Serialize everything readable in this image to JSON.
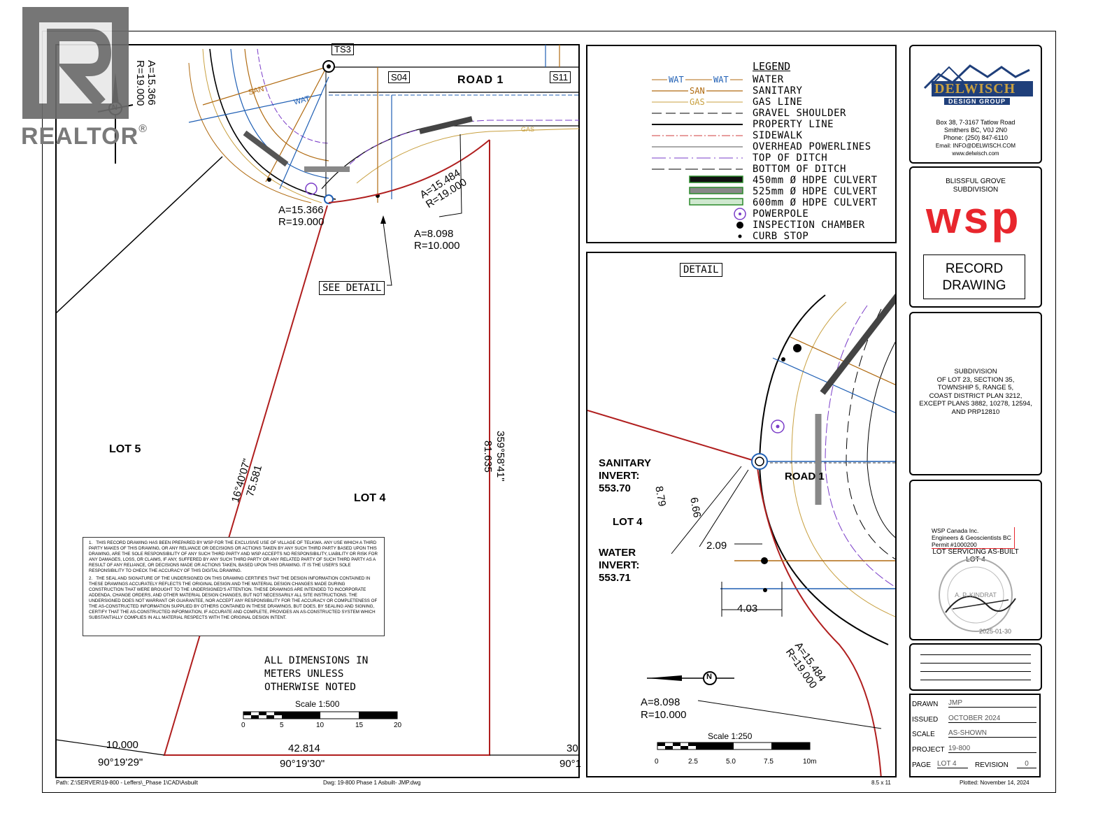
{
  "watermark": {
    "brand": "REALTOR",
    "mark": "®"
  },
  "plan": {
    "road_label": "ROAD 1",
    "tags": [
      "TS3",
      "S04",
      "S11"
    ],
    "lot5": "LOT 5",
    "lot4": "LOT 4",
    "see_detail": "SEE DETAIL",
    "curve_a1": "A=15.366",
    "curve_r1": "R=19.000",
    "curve_a2": "A=15.366",
    "curve_r2": "R=19.000",
    "curve_a3": "A=15.484",
    "curve_r3": "R=19.000",
    "curve_a4": "A=8.098",
    "curve_r4": "R=10.000",
    "brg_west": "16°40'07\"",
    "dist_west": "75.581",
    "brg_east": "359°58'41\"",
    "dist_east": "81.635",
    "bottom_dist_left": "10.000",
    "bottom_brg_left": "90°19'29\"",
    "bottom_dist_mid": "42.814",
    "bottom_brg_mid": "90°19'30\"",
    "bottom_dist_right": "30",
    "bottom_brg_right": "90°1",
    "dims_note": [
      "ALL DIMENSIONS IN",
      "METERS UNLESS",
      "OTHERWISE NOTED"
    ],
    "scale_title": "Scale 1:500",
    "scale_ticks": [
      "0",
      "5",
      "10",
      "15",
      "20"
    ],
    "line_tags": {
      "wat": "WAT",
      "san": "SAN",
      "gas": "GAS"
    },
    "north": "N"
  },
  "notes": [
    {
      "num": "1.",
      "text": "THIS RECORD DRAWING HAS BEEN PREPARED BY WSP FOR THE EXCLUSIVE USE OF VILLAGE OF TELKWA. ANY USE WHICH A THIRD PARTY MAKES OF THIS DRAWING, OR ANY RELIANCE OR DECISIONS OR ACTIONS TAKEN BY ANY SUCH THIRD PARTY BASED UPON THIS DRAWING, ARE THE SOLE RESPONSIBILITY OF ANY SUCH THIRD PARTY AND WSP ACCEPTS NO RESPONSIBILITY, LIABILITY OR RISK FOR ANY DAMAGES, LOSS, OR CLAIMS, IF ANY, SUFFERED BY ANY SUCH THIRD PARTY OR ANY RELATED PARTY OF SUCH THIRD PARTY AS A RESULT OF ANY RELIANCE, OR DECISIONS MADE OR ACTIONS TAKEN, BASED UPON THIS DRAWING. IT IS THE USER'S SOLE RESPONSIBILITY TO CHECK THE ACCURACY OF THIS DIGITAL DRAWING."
    },
    {
      "num": "2.",
      "text": "THE SEAL AND SIGNATURE OF THE UNDERSIGNED ON THIS DRAWING CERTIFIES THAT THE DESIGN INFORMATION CONTAINED IN THESE DRAWINGS ACCURATELY REFLECTS THE ORIGINAL DESIGN AND THE MATERIAL DESIGN CHANGES MADE DURING CONSTRUCTION THAT WERE BROUGHT TO THE UNDERSIGNED'S ATTENTION. THESE DRAWINGS ARE INTENDED TO INCORPORATE ADDENDA, CHANGE ORDERS, AND OTHER MATERIAL DESIGN CHANGES, BUT NOT NECESSARILY ALL SITE INSTRUCTIONS. THE UNDERSIGNED DOES NOT WARRANT OR GUARANTEE, NOR ACCEPT ANY RESPONSIBILITY FOR THE ACCURACY OR COMPLETENESS OF THE AS-CONSTRUCTED INFORMATION SUPPLIED BY OTHERS CONTAINED IN THESE DRAWINGS, BUT DOES, BY SEALING AND SIGNING, CERTIFY THAT THE AS-CONSTRUCTED INFORMATION, IF ACCURATE AND COMPLETE, PROVIDES AN AS-CONSTRUCTED SYSTEM WHICH SUBSTANTIALLY COMPLIES IN ALL MATERIAL RESPECTS WITH THE ORIGINAL DESIGN INTENT."
    }
  ],
  "legend": {
    "title": "LEGEND",
    "items": [
      {
        "label": "WATER",
        "sample": "WAT",
        "color": "#1f5fb4"
      },
      {
        "label": "SANITARY",
        "sample": "SAN",
        "color": "#b06a10"
      },
      {
        "label": "GAS LINE",
        "sample": "GAS",
        "color": "#c8a040"
      },
      {
        "label": "GRAVEL SHOULDER"
      },
      {
        "label": "PROPERTY LINE"
      },
      {
        "label": "SIDEWALK"
      },
      {
        "label": "OVERHEAD POWERLINES"
      },
      {
        "label": "TOP OF DITCH"
      },
      {
        "label": "BOTTOM OF DITCH"
      },
      {
        "label": "450mm Ø HDPE CULVERT"
      },
      {
        "label": "525mm Ø HDPE CULVERT"
      },
      {
        "label": "600mm Ø HDPE CULVERT"
      },
      {
        "label": "POWERPOLE"
      },
      {
        "label": "INSPECTION CHAMBER"
      },
      {
        "label": "CURB STOP"
      }
    ]
  },
  "detail": {
    "title": "DETAIL",
    "road": "ROAD 1",
    "lot": "LOT 4",
    "sanitary_invert": [
      "SANITARY",
      "INVERT:",
      "553.70"
    ],
    "water_invert": [
      "WATER",
      "INVERT:",
      "553.71"
    ],
    "dim_879": "8.79",
    "dim_666": "6.66",
    "dim_209": "2.09",
    "dim_403": "4.03",
    "curve_a": "A=15.484",
    "curve_r": "R=19.000",
    "curve_a2": "A=8.098",
    "curve_r2": "R=10.000",
    "scale_title": "Scale 1:250",
    "scale_ticks": [
      "0",
      "2.5",
      "5.0",
      "7.5",
      "10m"
    ],
    "north": "N"
  },
  "company": {
    "name": "DELWISCH",
    "sub": "DESIGN GROUP",
    "address1": "Box 38, 7-3167 Tatlow Road",
    "address2": "Smithers BC, V0J 2N0",
    "phone": "Phone: (250) 847-6110",
    "email": "Email: INFO@DELWISCH.COM",
    "web": "www.delwisch.com"
  },
  "project_block": {
    "name1": "BLISSFUL GROVE",
    "name2": "SUBDIVISION",
    "wsp": "wsp",
    "record1": "RECORD",
    "record2": "DRAWING"
  },
  "legal": [
    "SUBDIVISION",
    "OF LOT 23, SECTION 35,",
    "TOWNSHIP 5, RANGE 5,",
    "COAST DISTRICT PLAN 3212,",
    "EXCEPT PLANS 3882, 10278, 12594,",
    "AND PRP12810"
  ],
  "seal": {
    "firm": "WSP Canada Inc.",
    "firm2": "Engineers & Geoscientists BC",
    "permit": "Permit #1000200",
    "title": "LOT SERVICING AS-BUILT",
    "lot": "LOT 4",
    "name": "A. P. KINDRAT",
    "date": "2025-01-30"
  },
  "title_block": {
    "drawn_label": "DRAWN",
    "drawn": "JMP",
    "issued_label": "ISSUED",
    "issued": "OCTOBER 2024",
    "scale_label": "SCALE",
    "scale": "AS-SHOWN",
    "project_label": "PROJECT",
    "project": "19-800",
    "page_label": "PAGE",
    "page": "LOT 4",
    "revision_label": "REVISION",
    "revision": "0"
  },
  "footer": {
    "path": "Path:  Z:\\SERVER\\19-800 - Leffers\\_Phase 1\\CAD\\Asbuilt",
    "dwg": "Dwg:  19-800 Phase 1 Asbuilt- JMP.dwg",
    "size": "8.5 x 11",
    "plotted": "Plotted:  November 14, 2024"
  }
}
